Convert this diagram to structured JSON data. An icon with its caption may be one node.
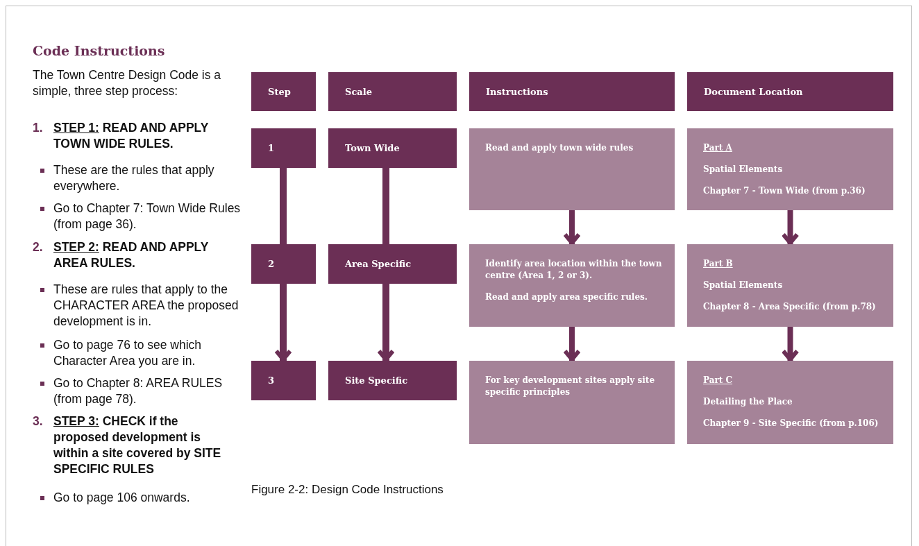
{
  "diagram": {
    "title": "Code Instructions",
    "caption": "Figure 2-2: Design Code Instructions",
    "nodes": [
      {
        "text": [
          "Step"
        ]
      },
      {
        "text": [
          "Scale"
        ]
      },
      {
        "text": [
          "Instructions"
        ]
      },
      {
        "text": [
          "Document Location"
        ]
      },
      {
        "text": [
          "1"
        ]
      },
      {
        "text": [
          "Town Wide"
        ]
      },
      {
        "text": [
          "Read and apply town wide rules"
        ]
      },
      {
        "text": [
          "Part A",
          "Spatial Elements",
          "Chapter 7 - Town Wide (from p.36)"
        ]
      },
      {
        "text": [
          "2"
        ]
      },
      {
        "text": [
          "Area Specific"
        ]
      },
      {
        "text": [
          "Identify area location within the town centre (Area 1, 2 or 3).",
          "Read and apply area specific rules."
        ]
      },
      {
        "text": [
          "Part B",
          "Spatial Elements",
          "Chapter 8 - Area Specific (from p.78)"
        ]
      },
      {
        "text": [
          "3"
        ]
      },
      {
        "text": [
          "Site Specific"
        ]
      },
      {
        "text": [
          "For key development sites apply site specific principles"
        ]
      },
      {
        "text": [
          "Part C",
          "Detailing the Place",
          "Chapter 9 - Site Specific (from p.106)"
        ]
      }
    ],
    "edges": [
      {
        "from": 4,
        "to": 8,
        "arrow": "none"
      },
      {
        "from": 8,
        "to": 12,
        "arrow": "to"
      },
      {
        "from": 5,
        "to": 9,
        "arrow": "none"
      },
      {
        "from": 9,
        "to": 13,
        "arrow": "to"
      },
      {
        "from": 6,
        "to": 10,
        "arrow": "to"
      },
      {
        "from": 10,
        "to": 14,
        "arrow": "to"
      },
      {
        "from": 7,
        "to": 11,
        "arrow": "to"
      },
      {
        "from": 11,
        "to": 15,
        "arrow": "to"
      }
    ],
    "labels": [
      "The Town Centre Design Code is a simple, three step process:",
      "1.",
      "STEP 1:",
      "READ AND APPLY TOWN WIDE RULES.",
      "These are the rules that apply everywhere.",
      "Go to Chapter 7: Town Wide Rules (from page 36).",
      "2.",
      "STEP 2:",
      "READ AND APPLY AREA RULES.",
      "These are rules that apply to the CHARACTER AREA the proposed development is in.",
      "Go to page 76 to see which Character Area you are in.",
      "Go to Chapter 8: AREA RULES (from page 78).",
      "3.",
      "STEP 3:",
      "CHECK if the proposed development is within a site covered by SITE SPECIFIC RULES",
      "Go to page 106 onwards."
    ]
  }
}
